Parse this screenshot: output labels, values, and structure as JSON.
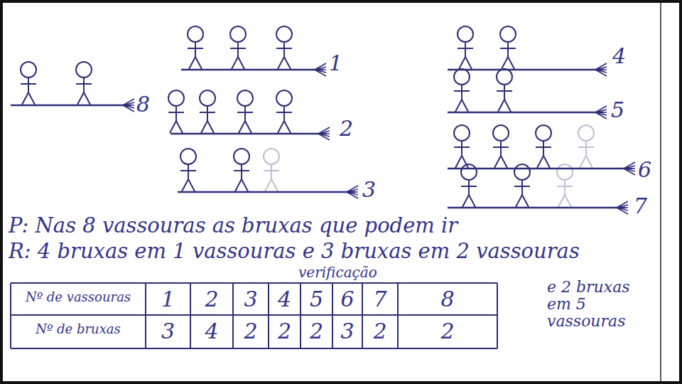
{
  "diagram": {
    "labels": [
      "8",
      "1",
      "2",
      "3",
      "4",
      "5",
      "6",
      "7",
      "P: Nas 8 vassouras as bruxas que podem ir",
      "R: 4 bruxas em 1 vassouras e 3 bruxas em 2 vassouras",
      "e 2 bruxas em 5 vassouras",
      "verificação",
      "Nº de vassouras",
      "1",
      "2",
      "3",
      "4",
      "5",
      "6",
      "7",
      "8",
      "Nº de bruxas",
      "3",
      "4",
      "2",
      "2",
      "2",
      "3",
      "2",
      "2"
    ]
  }
}
